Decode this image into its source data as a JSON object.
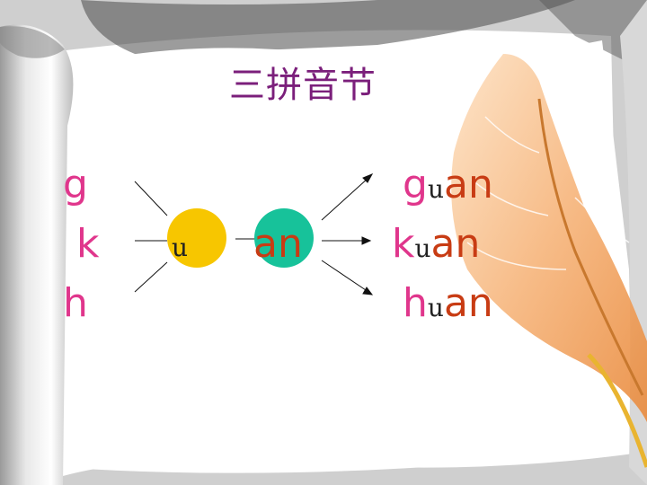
{
  "title": "三拼音节",
  "initials": [
    "g",
    "k",
    "h"
  ],
  "medial": "u",
  "final": "an",
  "results": [
    {
      "initial": "g",
      "medial": "u",
      "final": "an"
    },
    {
      "initial": "k",
      "medial": "u",
      "final": "an"
    },
    {
      "initial": "h",
      "medial": "u",
      "final": "an"
    }
  ],
  "colors": {
    "title": "#7b1f7b",
    "initial": "#e0368c",
    "final": "#c83c14",
    "medial_circle": "#f7c600",
    "final_circle": "#17c29a"
  },
  "decor": {
    "background": "curled-paper-scroll",
    "ornament": "feather-quill"
  }
}
